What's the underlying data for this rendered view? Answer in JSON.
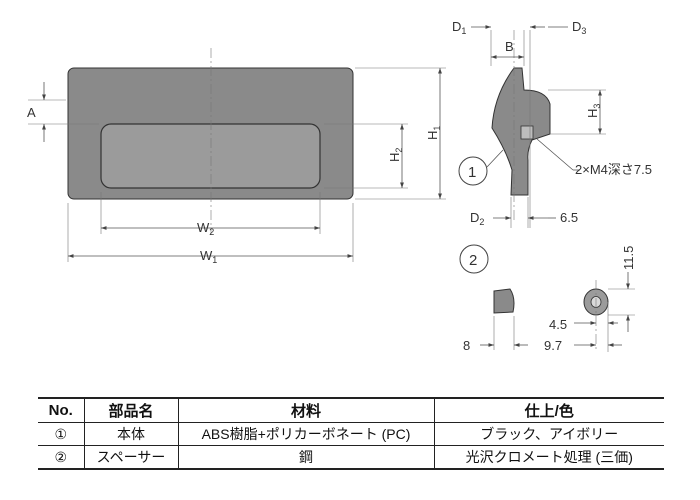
{
  "dimension_labels": {
    "a": "A",
    "w1": "W",
    "w1_sub": "1",
    "w2": "W",
    "w2_sub": "2",
    "h1": "H",
    "h1_sub": "1",
    "h2": "H",
    "h2_sub": "2",
    "h3": "H",
    "h3_sub": "3",
    "b": "B",
    "d1": "D",
    "d1_sub": "1",
    "d2": "D",
    "d2_sub": "2",
    "d3": "D",
    "d3_sub": "3",
    "tap": "2×M4深さ7.5",
    "side_65": "6.5",
    "spacer_115": "11.5",
    "spacer_45": "4.5",
    "spacer_97": "9.7",
    "spacer_8": "8"
  },
  "callouts": {
    "part1": "1",
    "part2": "2"
  },
  "table": {
    "headers": [
      "No.",
      "部品名",
      "材料",
      "仕上/色"
    ],
    "rows": [
      {
        "no": "①",
        "name": "本体",
        "material": "ABS樹脂+ポリカーボネート (PC)",
        "finish": "ブラック、アイボリー"
      },
      {
        "no": "②",
        "name": "スペーサー",
        "material": "鋼",
        "finish": "光沢クロメート処理 (三価)"
      }
    ]
  }
}
